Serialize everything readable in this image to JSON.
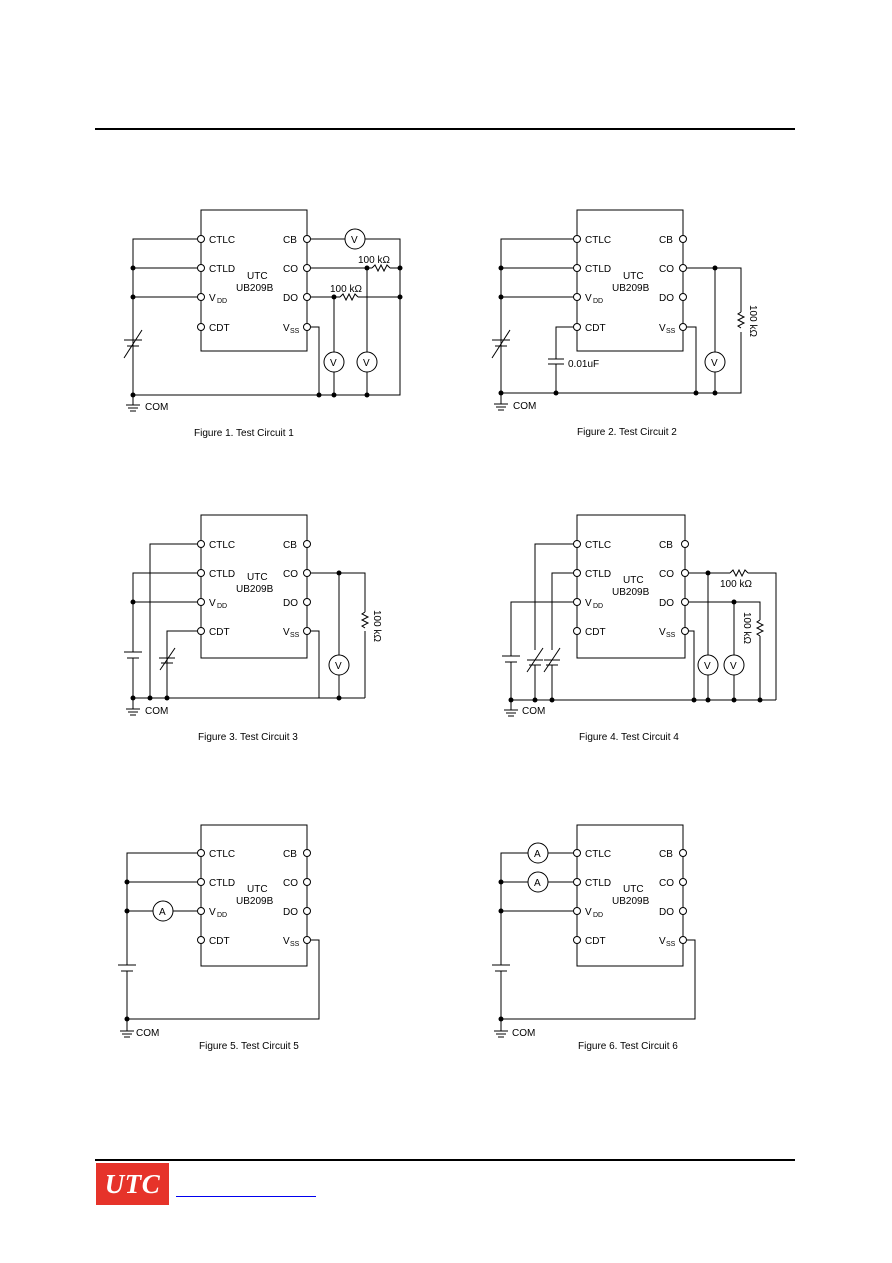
{
  "chip": {
    "brand": "UTC",
    "part": "UB209B",
    "pins_left": [
      "CTLC",
      "CTLD",
      "V",
      "CDT"
    ],
    "pins_right": [
      "CB",
      "CO",
      "DO",
      "V"
    ],
    "vdd_sub": "DD",
    "vss_sub": "SS"
  },
  "labels": {
    "com": "COM",
    "resistor_100k": "100 kΩ",
    "capacitor": "0.01uF",
    "voltmeter": "V",
    "ammeter": "A"
  },
  "figures": [
    {
      "caption": "Figure 1. Test Circuit 1"
    },
    {
      "caption": "Figure 2. Test Circuit 2"
    },
    {
      "caption": "Figure 3. Test Circuit 3"
    },
    {
      "caption": "Figure 4. Test Circuit 4"
    },
    {
      "caption": "Figure 5. Test Circuit 5"
    },
    {
      "caption": "Figure 6. Test Circuit 6"
    }
  ],
  "footer": {
    "logo_text": "UTC",
    "brand_color": "#e6332a",
    "link_color": "#0000ee"
  }
}
